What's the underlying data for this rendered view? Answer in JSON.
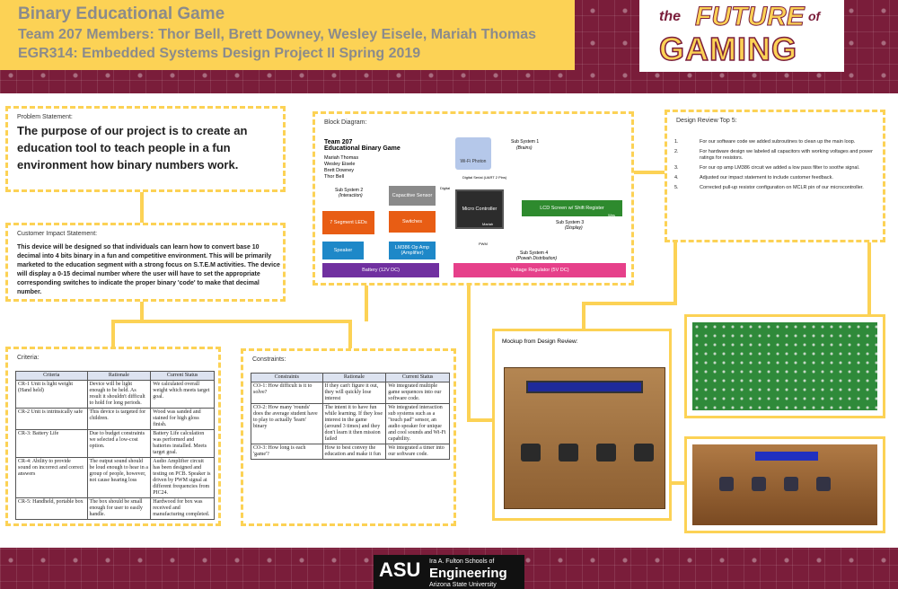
{
  "header": {
    "title": "Binary Educational Game",
    "team": "Team 207 Members: Thor Bell, Brett Downey, Wesley Eisele, Mariah Thomas",
    "course": "EGR314: Embedded Systems Design Project II Spring 2019"
  },
  "logo": {
    "the": "the",
    "future": "FUTURE",
    "of": "of",
    "gaming": "GAMING"
  },
  "problem": {
    "label": "Problem Statement:",
    "text": "The purpose of our project is to create an education tool to teach people in a fun environment how binary numbers work."
  },
  "impact": {
    "label": "Customer Impact Statement:",
    "text": "This device will be designed so that individuals can learn how to convert base 10 decimal into 4 bits binary in a fun and competitive environment.  This will be primarily marketed to the education segment with a strong focus on S.T.E.M activities.  The device will display a 0-15 decimal number where the user will have to set the appropriate corresponding switches to indicate the proper binary 'code' to make that decimal number."
  },
  "block": {
    "label": "Block Diagram:",
    "team": "Team 207",
    "subtitle": "Educational Binary Game",
    "names": [
      "Mariah Thomas",
      "Wesley Eisele",
      "Brett Downey",
      "Thor Bell"
    ],
    "ss1": "Sub System 1",
    "ss1b": "(Brains)",
    "ss2": "Sub System 2",
    "ss2b": "(Interaction)",
    "ss3": "Sub System 3",
    "ss3b": "(Display)",
    "ss4": "Sub System 4",
    "ss4b": "(Powah Distribution)",
    "wifi": "Wi-Fi Photon",
    "mariah": "Mariah",
    "cap": "Capacitive Sensor",
    "seg": "7 Segment LEDs",
    "sw": "Switches",
    "mc": "Micro Controller",
    "lcd": "LCD Screen w/ Shift Register",
    "spk": "Speaker",
    "amp": "LM386 Op Amp (Amplifier)",
    "bat": "Battery (12V DC)",
    "reg": "Voltage Regulator (5V DC)",
    "thor": "Thor",
    "wes": "Wes",
    "brett": "Brett",
    "digital": "Digital",
    "serial": "Digital Serial (UART 2 Pins)",
    "pwm": "PWM"
  },
  "design": {
    "label": "Design Review Top 5:",
    "items": [
      {
        "n": "1.",
        "t": "For our software code we added subroutines to clean up the main loop."
      },
      {
        "n": "2.",
        "t": "For hardware design we labeled all capacitors with working voltages and power ratings for resistors."
      },
      {
        "n": "3.",
        "t": "For our op amp LM386 circuit we added a low pass filter to soothe signal."
      },
      {
        "n": "4.",
        "t": "Adjusted our impact statement to include customer feedback."
      },
      {
        "n": "5.",
        "t": "Corrected pull-up resistor configuration on MCLR pin of our microcontroller."
      }
    ]
  },
  "criteria": {
    "label": "Criteria:",
    "headers": [
      "Criteria",
      "Rationale",
      "Current Status"
    ],
    "rows": [
      [
        "CR-1 Unit is light weight (Hand held)",
        "Device will be light enough to be held.  As result it shouldn't difficult to hold for long periods.",
        "We calculated overall weight which meets target goal."
      ],
      [
        "CR-2 Unit is intrinsically safe",
        "This device is targeted for children.",
        "Wood was sanded and stained for high gloss finish."
      ],
      [
        "CR-3: Battery Life",
        "Due to budget constraints we selected a low-cost option.",
        "Battery Life calculation was performed and batteries installed. Meets target goal."
      ],
      [
        "CR-4: Ability to provide sound on incorrect and correct answers",
        "The output sound should be loud enough to hear in a group of people, however, not cause hearing loss",
        "Audio Amplifier circuit has been designed and testing on PCB. Speaker is driven by PWM signal at different frequencies from PIC24."
      ],
      [
        "CR-5: Handheld, portable box",
        "The box should be small enough for user to easily handle.",
        "Hardwood for box was received and manufacturing completed."
      ]
    ]
  },
  "constraints": {
    "label": "Constraints:",
    "headers": [
      "Constraints",
      "Rationale",
      "Current Status"
    ],
    "rows": [
      [
        "CO-1: How difficult is it to solve?",
        "If they can't figure it out, they will quickly lose interest",
        "We integrated multiple game sequences into our software code."
      ],
      [
        "CO-2: How many 'rounds' does the average student have to play to actually 'learn' binary",
        "The intent it to have fun while learning.  If they lose interest in the game (around 3 times) and they don't learn it then mission failed",
        "We integrated interaction sub systems such as a \"touch pad\" sensor, an audio speaker for unique and cool sounds and Wi-Fi capability."
      ],
      [
        "CO-3: How long is each 'game'?",
        "How to best convey the education and make it fun",
        "We integrated a timer into our software code."
      ]
    ]
  },
  "mockup": {
    "label": "Mockup from Design Review:"
  },
  "asu": {
    "line1": "Ira A. Fulton Schools of",
    "line2": "Engineering",
    "line3": "Arizona State University"
  },
  "colors": {
    "maroon": "#7a1d3a",
    "gold": "#fcd255"
  }
}
